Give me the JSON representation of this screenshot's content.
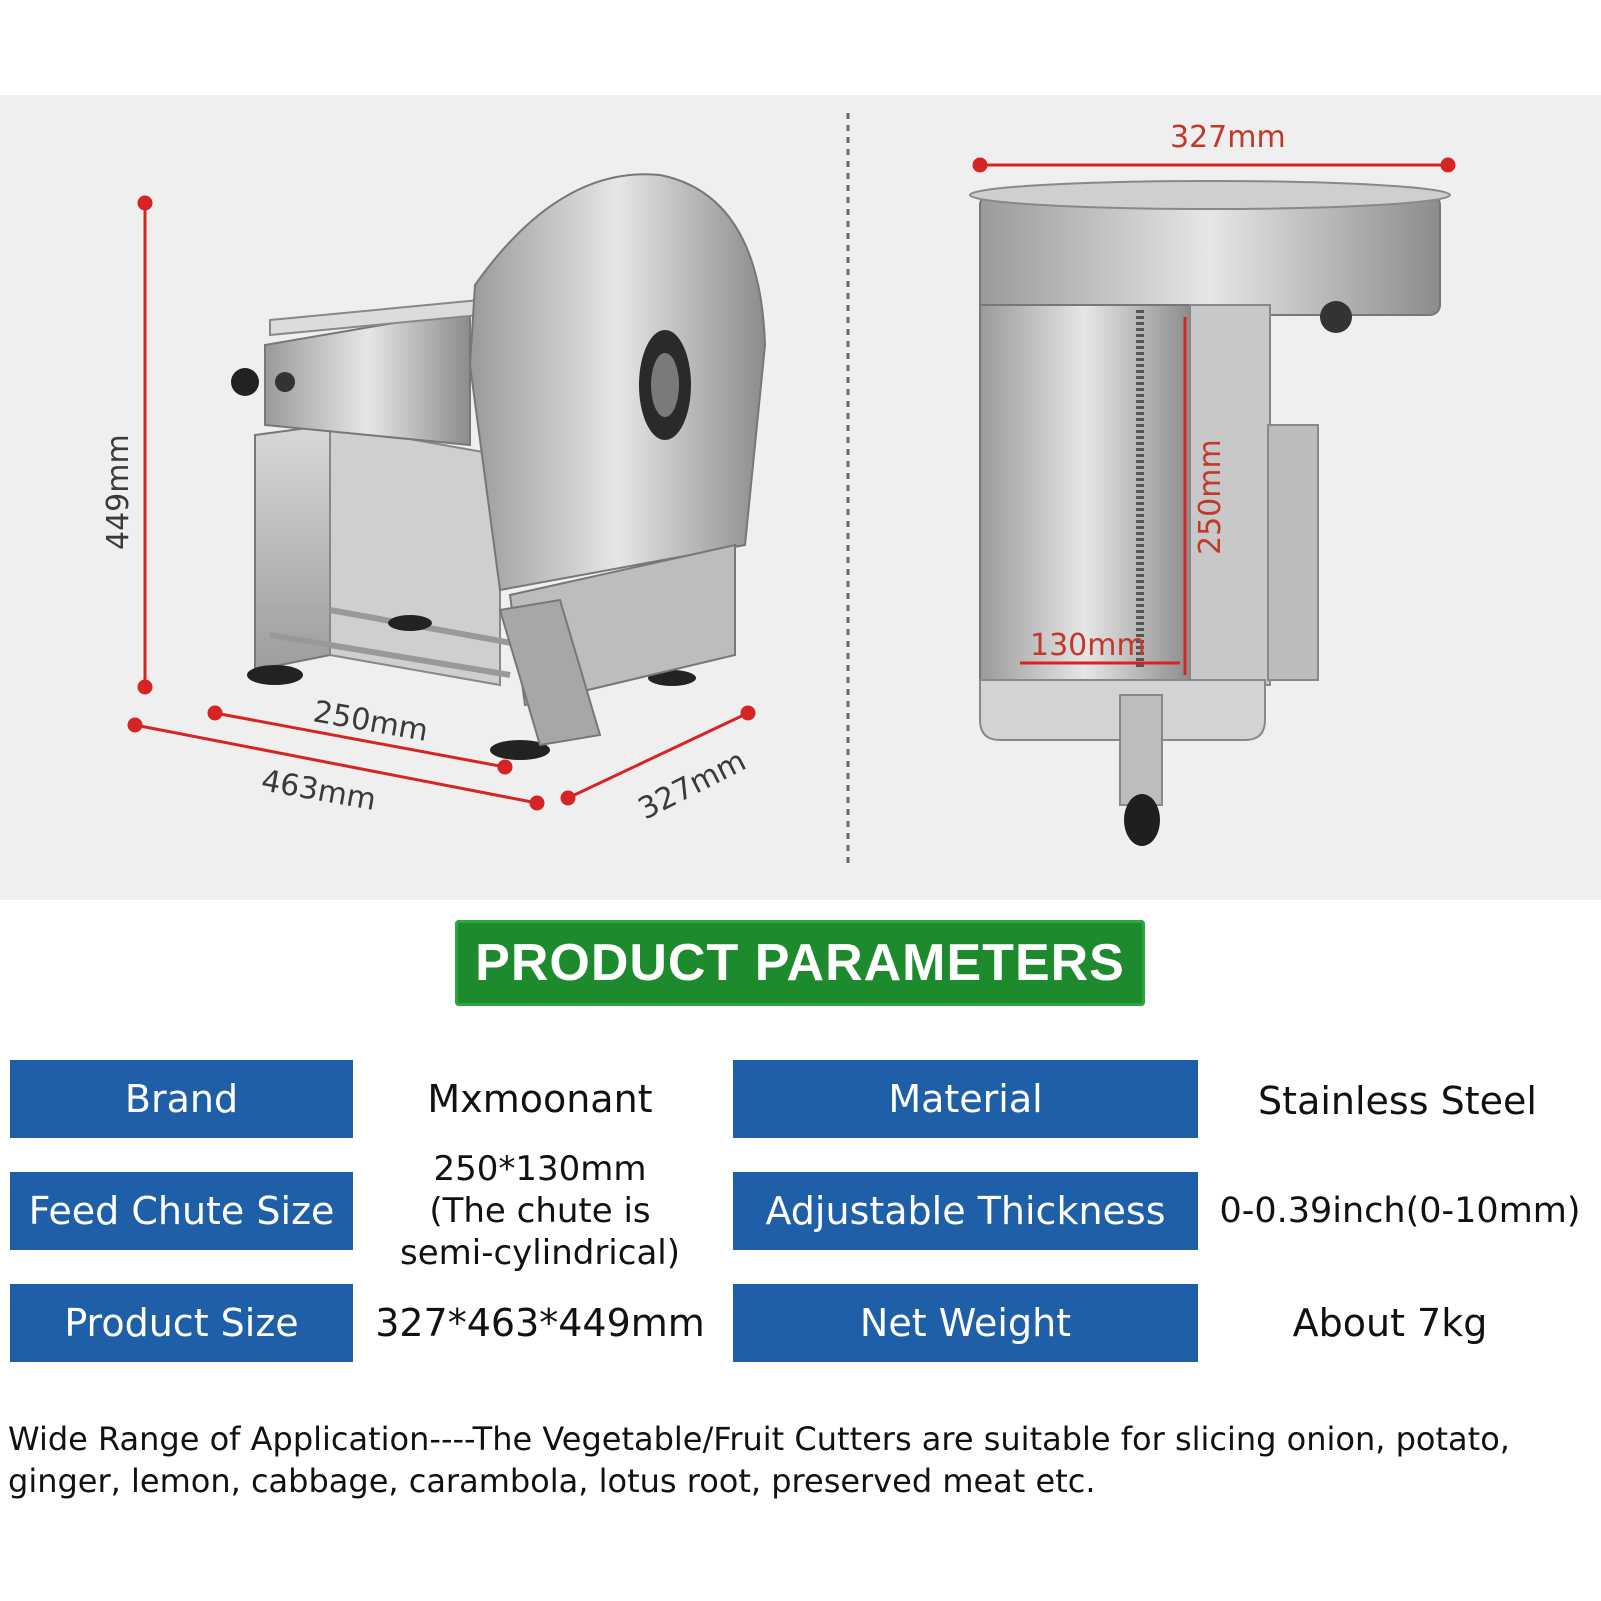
{
  "dimensions": {
    "left_view": {
      "height": "449mm",
      "chute_length": "250mm",
      "length": "463mm",
      "depth": "327mm"
    },
    "right_view": {
      "width": "327mm",
      "chute_height": "250mm",
      "chute_width": "130mm"
    },
    "marker_color": "#d62424"
  },
  "banner": {
    "title": "PRODUCT PARAMETERS",
    "color": "#1e8a2e"
  },
  "parameters": {
    "label_color": "#1f5fa8",
    "rows": [
      {
        "label_left": "Brand",
        "value_left": "Mxmoonant",
        "label_right": "Material",
        "value_right": "Stainless Steel"
      },
      {
        "label_left": "Feed Chute Size",
        "value_left_lines": [
          "250*130mm",
          "(The chute is",
          "semi-cylindrical)"
        ],
        "label_right": "Adjustable Thickness",
        "value_right": "0-0.39inch(0-10mm)"
      },
      {
        "label_left": "Product Size",
        "value_left": "327*463*449mm",
        "label_right": "Net Weight",
        "value_right": "About 7kg"
      }
    ]
  },
  "description": "Wide Range of Application----The Vegetable/Fruit Cutters are suitable for slicing onion, potato, ginger, lemon, cabbage, carambola, lotus root, preserved meat etc."
}
